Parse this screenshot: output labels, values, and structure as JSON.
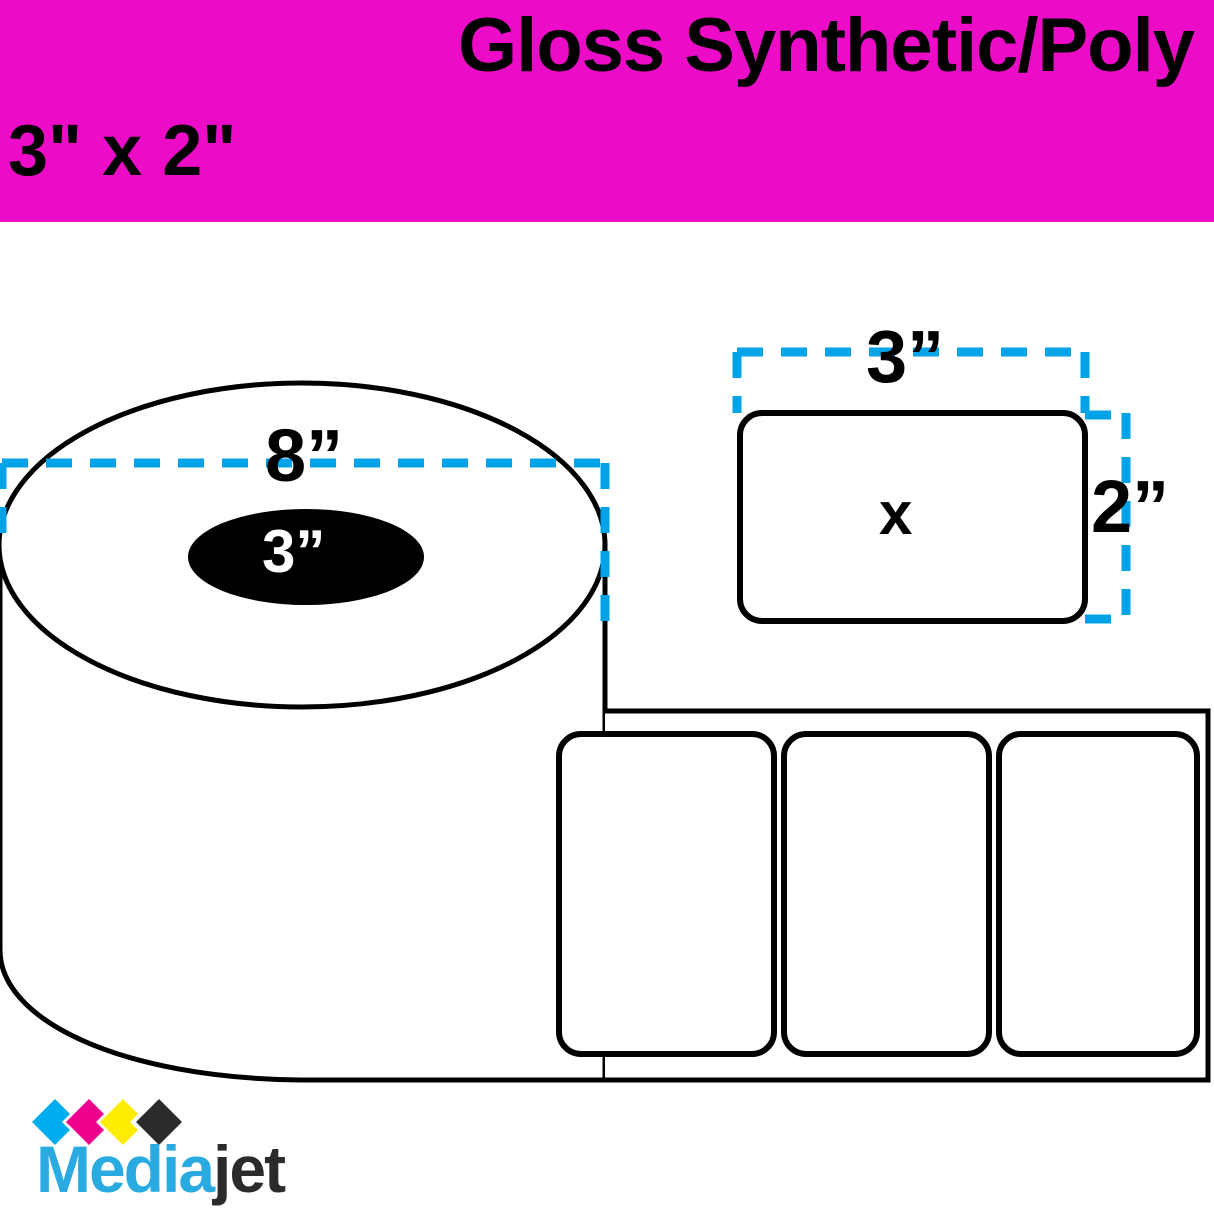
{
  "header": {
    "title": "Gloss Synthetic/Poly",
    "size": "3\" x 2\"",
    "background_color": "#ec0cc8",
    "text_color": "#000000"
  },
  "diagram": {
    "roll": {
      "diameter_label": "8”",
      "core_label": "3”",
      "core_color": "#000000",
      "outline_color": "#000000"
    },
    "label": {
      "width_label": "3”",
      "height_label": "2”",
      "center_mark": "x",
      "outline_color": "#000000"
    },
    "dimension_line_color": "#00a3e8",
    "web_labels_count": 3
  },
  "logo": {
    "name_primary": "Media",
    "name_secondary": "jet",
    "primary_color": "#29abe2",
    "secondary_color": "#2b2b2b",
    "chevron_colors": [
      "#00aeef",
      "#ec008c",
      "#ffed00",
      "#2b2b2b"
    ]
  }
}
